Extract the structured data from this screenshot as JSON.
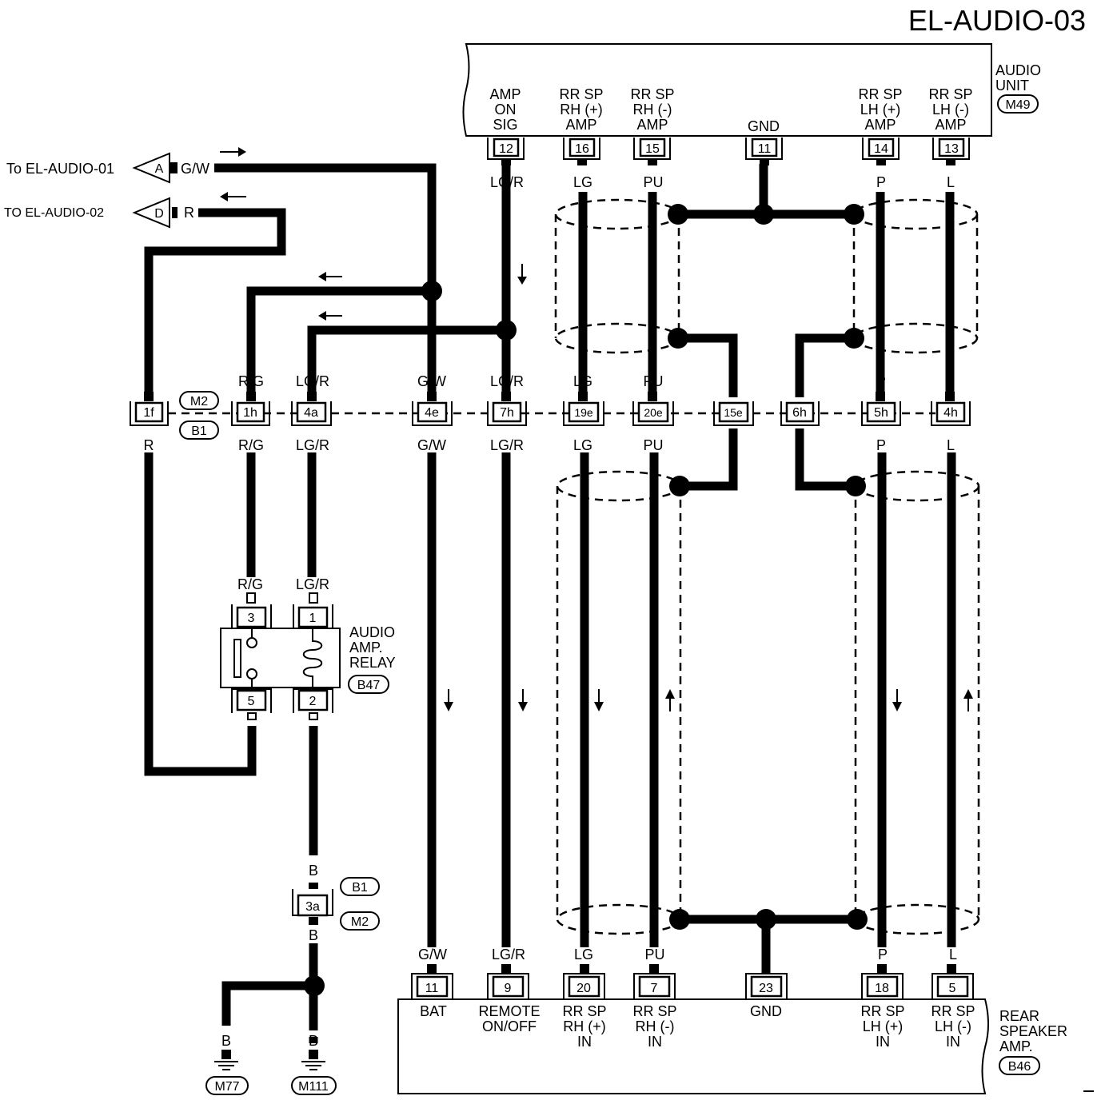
{
  "title": "EL-AUDIO-03",
  "audio_unit": {
    "name_lines": [
      "AUDIO",
      "UNIT"
    ],
    "code": "M49",
    "pins": [
      {
        "num": "12",
        "lines": [
          "AMP",
          "ON",
          "SIG"
        ],
        "wire": "LG/R"
      },
      {
        "num": "16",
        "lines": [
          "RR SP",
          "RH (+)",
          "AMP"
        ],
        "wire": "LG"
      },
      {
        "num": "15",
        "lines": [
          "RR SP",
          "RH (-)",
          "AMP"
        ],
        "wire": "PU"
      },
      {
        "num": "11",
        "lines": [
          "GND"
        ],
        "wire": ""
      },
      {
        "num": "14",
        "lines": [
          "RR SP",
          "LH (+)",
          "AMP"
        ],
        "wire": "P"
      },
      {
        "num": "13",
        "lines": [
          "RR SP",
          "LH (-)",
          "AMP"
        ],
        "wire": "L"
      }
    ]
  },
  "offpage": [
    {
      "label": "To EL-AUDIO-01",
      "letter": "A",
      "wire": "G/W"
    },
    {
      "label": "TO EL-AUDIO-02",
      "letter": "D",
      "wire": "R"
    }
  ],
  "harness_connectors": [
    "M2",
    "B1"
  ],
  "junction_row": [
    {
      "id": "1f",
      "top": "R",
      "bottom": "R"
    },
    {
      "id": "1h",
      "top": "R/G",
      "bottom": "R/G"
    },
    {
      "id": "4a",
      "top": "LG/R",
      "bottom": "LG/R"
    },
    {
      "id": "4e",
      "top": "G/W",
      "bottom": "G/W"
    },
    {
      "id": "7h",
      "top": "LG/R",
      "bottom": "LG/R"
    },
    {
      "id": "19e",
      "top": "LG",
      "bottom": "LG"
    },
    {
      "id": "20e",
      "top": "PU",
      "bottom": "PU"
    },
    {
      "id": "15e",
      "top": "",
      "bottom": ""
    },
    {
      "id": "6h",
      "top": "",
      "bottom": ""
    },
    {
      "id": "5h",
      "top": "P",
      "bottom": "P"
    },
    {
      "id": "4h",
      "top": "L",
      "bottom": "L"
    }
  ],
  "relay": {
    "name_lines": [
      "AUDIO",
      "AMP.",
      "RELAY"
    ],
    "code": "B47",
    "pins": [
      {
        "num": "3",
        "wire": "R/G"
      },
      {
        "num": "1",
        "wire": "LG/R"
      },
      {
        "num": "5",
        "wire": "R"
      },
      {
        "num": "2",
        "wire": "B"
      }
    ]
  },
  "ground_connector": {
    "id": "3a",
    "top_wire": "B",
    "bottom_wire": "B",
    "codes": [
      "B1",
      "M2"
    ]
  },
  "grounds": [
    {
      "wire": "B",
      "code": "M77"
    },
    {
      "wire": "B",
      "code": "M111"
    }
  ],
  "rear_amp": {
    "name_lines": [
      "REAR",
      "SPEAKER",
      "AMP."
    ],
    "code": "B46",
    "pins": [
      {
        "num": "11",
        "lines": [
          "BAT"
        ],
        "wire": "G/W"
      },
      {
        "num": "9",
        "lines": [
          "REMOTE",
          "ON/OFF"
        ],
        "wire": "LG/R"
      },
      {
        "num": "20",
        "lines": [
          "RR SP",
          "RH (+)",
          "IN"
        ],
        "wire": "LG"
      },
      {
        "num": "7",
        "lines": [
          "RR SP",
          "RH (-)",
          "IN"
        ],
        "wire": "PU"
      },
      {
        "num": "23",
        "lines": [
          "GND"
        ],
        "wire": ""
      },
      {
        "num": "18",
        "lines": [
          "RR SP",
          "LH (+)",
          "IN"
        ],
        "wire": "P"
      },
      {
        "num": "5",
        "lines": [
          "RR SP",
          "LH (-)",
          "IN"
        ],
        "wire": "L"
      }
    ]
  }
}
